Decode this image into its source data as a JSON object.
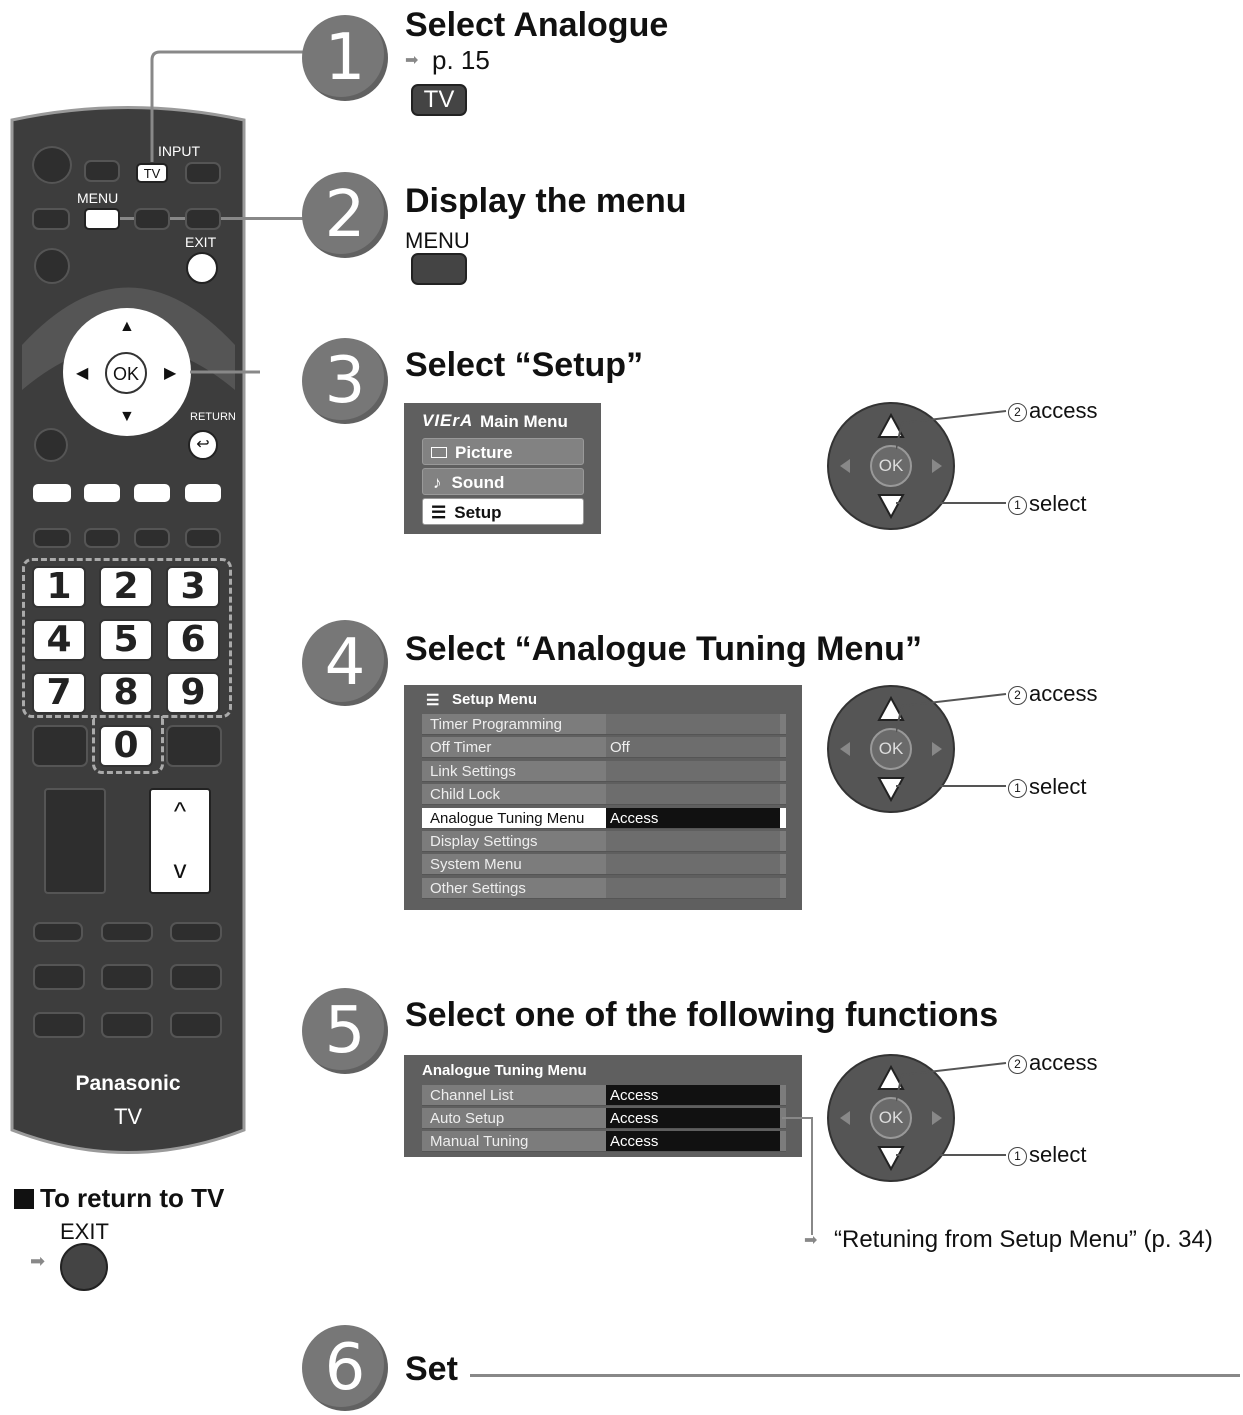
{
  "remote": {
    "tv_label": "TV",
    "input_label": "INPUT",
    "menu_label": "MENU",
    "exit_label": "EXIT",
    "ok_label": "OK",
    "return_label": "RETURN",
    "numbers": [
      "1",
      "2",
      "3",
      "4",
      "5",
      "6",
      "7",
      "8",
      "9",
      "0"
    ],
    "ch_up": "^",
    "ch_down": "v",
    "brand": "Panasonic",
    "model": "TV"
  },
  "return_to_tv": {
    "title": "To return to TV",
    "button_label": "EXIT"
  },
  "steps": [
    {
      "number": "1",
      "title": "Select Analogue",
      "ref": "p. 15",
      "button": "TV"
    },
    {
      "number": "2",
      "title": "Display the menu",
      "button": "MENU"
    },
    {
      "number": "3",
      "title": "Select “Setup”"
    },
    {
      "number": "4",
      "title": "Select “Analogue Tuning Menu”"
    },
    {
      "number": "5",
      "title": "Select one of the following functions"
    },
    {
      "number": "6",
      "title": "Set"
    }
  ],
  "main_menu": {
    "logo": "VIErA",
    "title": "Main Menu",
    "items": [
      "Picture",
      "Sound",
      "Setup"
    ],
    "selected": "Setup"
  },
  "setup_menu": {
    "title": "Setup Menu",
    "rows": [
      {
        "label": "Timer Programming",
        "value": ""
      },
      {
        "label": "Off Timer",
        "value": "Off"
      },
      {
        "label": "Link Settings",
        "value": ""
      },
      {
        "label": "Child Lock",
        "value": ""
      },
      {
        "label": "Analogue Tuning Menu",
        "value": "Access"
      },
      {
        "label": "Display Settings",
        "value": ""
      },
      {
        "label": "System Menu",
        "value": ""
      },
      {
        "label": "Other Settings",
        "value": ""
      }
    ],
    "selected": "Analogue Tuning Menu"
  },
  "analogue_menu": {
    "title": "Analogue Tuning Menu",
    "rows": [
      {
        "label": "Channel List",
        "value": "Access"
      },
      {
        "label": "Auto Setup",
        "value": "Access"
      },
      {
        "label": "Manual Tuning",
        "value": "Access"
      }
    ]
  },
  "pad": {
    "ok": "OK",
    "access_num": "2",
    "access": "access",
    "select_num": "1",
    "select": "select"
  },
  "retune_ref": "“Retuning from Setup Menu” (p. 34)",
  "colors": {
    "remote_body": "#3d3d3d",
    "badge": "#777777",
    "menu_bg": "#5f5f5f",
    "highlight": "#111111"
  }
}
